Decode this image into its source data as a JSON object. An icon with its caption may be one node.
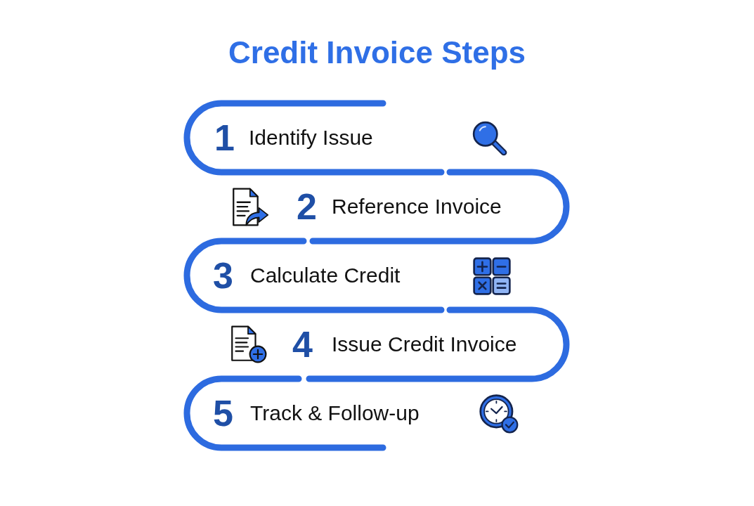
{
  "diagram": {
    "title": "Credit Invoice Steps",
    "nodes": [
      {
        "text": [
          "1",
          "Identify Issue"
        ]
      },
      {
        "text": [
          "2",
          "Reference Invoice"
        ]
      },
      {
        "text": [
          "3",
          "Calculate Credit"
        ]
      },
      {
        "text": [
          "4",
          "Issue Credit Invoice"
        ]
      },
      {
        "text": [
          "5",
          "Track & Follow-up"
        ]
      }
    ]
  }
}
